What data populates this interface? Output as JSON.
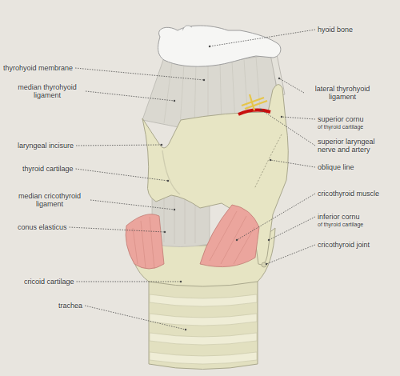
{
  "diagram": {
    "labels": [
      "hyoid bone",
      "thyrohyoid membrane",
      "median thyrohyoid ligament",
      "laryngeal incisure",
      "thyroid cartilage",
      "median cricothyroid ligament",
      "conus elasticus",
      "cricoid cartilage",
      "trachea",
      "lateral thyrohyoid ligament",
      "superior cornu",
      "of thyroid cartilage",
      "superior laryngeal nerve and artery",
      "oblique line",
      "cricothyroid muscle",
      "inferior cornu",
      "of thyroid cartilage",
      "cricothyroid joint"
    ]
  }
}
